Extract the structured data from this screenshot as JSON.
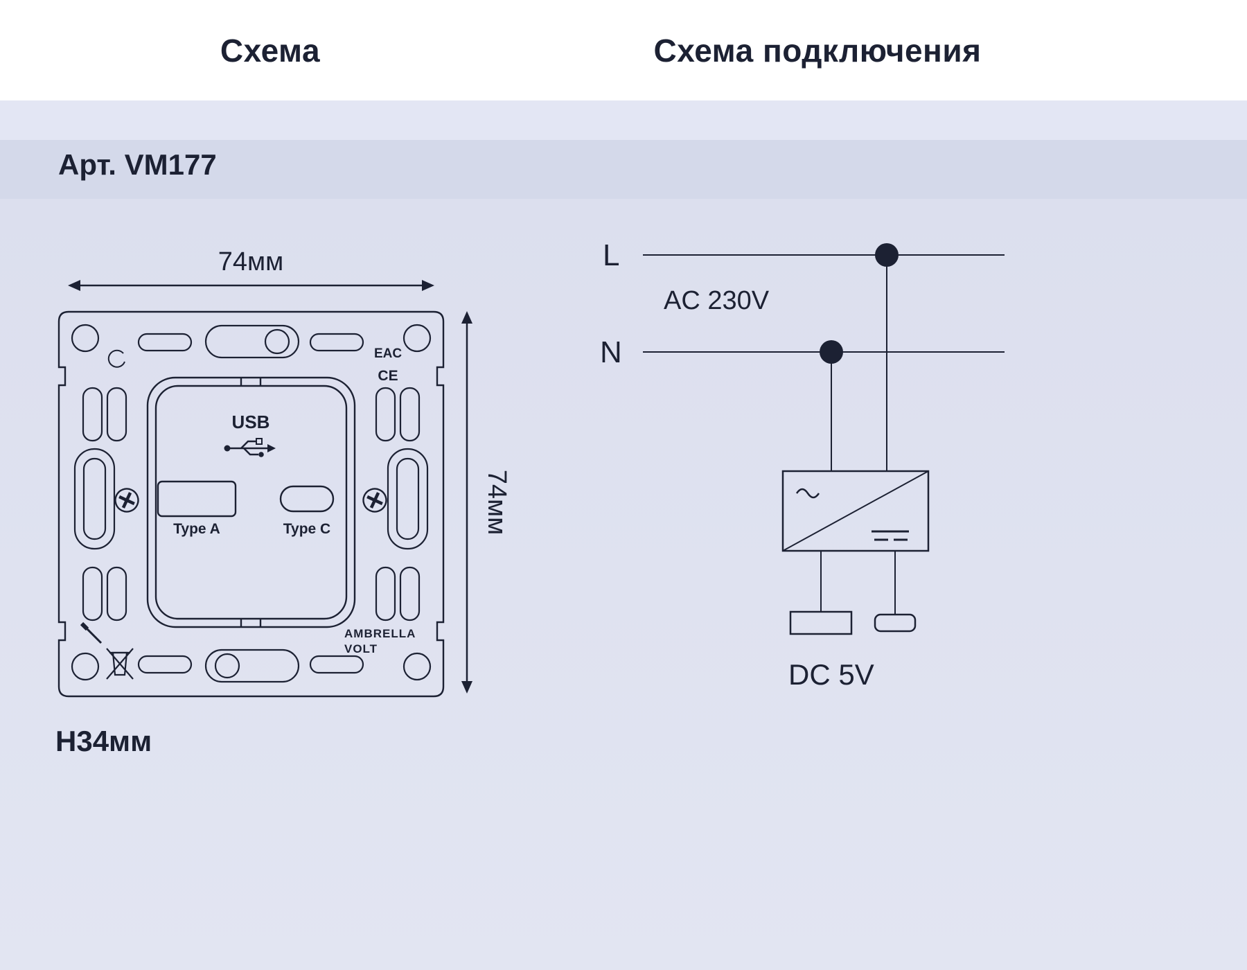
{
  "header": {
    "left_title": "Схема",
    "right_title": "Схема подключения"
  },
  "product": {
    "article": "Арт. VM177",
    "mount_height": "Н34мм"
  },
  "drawing": {
    "width_dim": "74мм",
    "height_dim": "74мм",
    "usb_label": "USB",
    "type_a_label": "Type A",
    "type_c_label": "Type C",
    "eac_mark": "EAC",
    "ce_mark": "CE",
    "brand_line1": "AMBRELLA",
    "brand_line2": "VOLT"
  },
  "wiring": {
    "live_label": "L",
    "neutral_label": "N",
    "input_label": "AC 230V",
    "output_label": "DC 5V"
  },
  "colors": {
    "ink": "#1c2133",
    "bg_header": "#ffffff",
    "bg_gap": "#e3e6f4",
    "bg_article": "#d4d9ea",
    "bg_main": "#dcdfee",
    "bg_main_bottom": "#e2e5f2"
  }
}
